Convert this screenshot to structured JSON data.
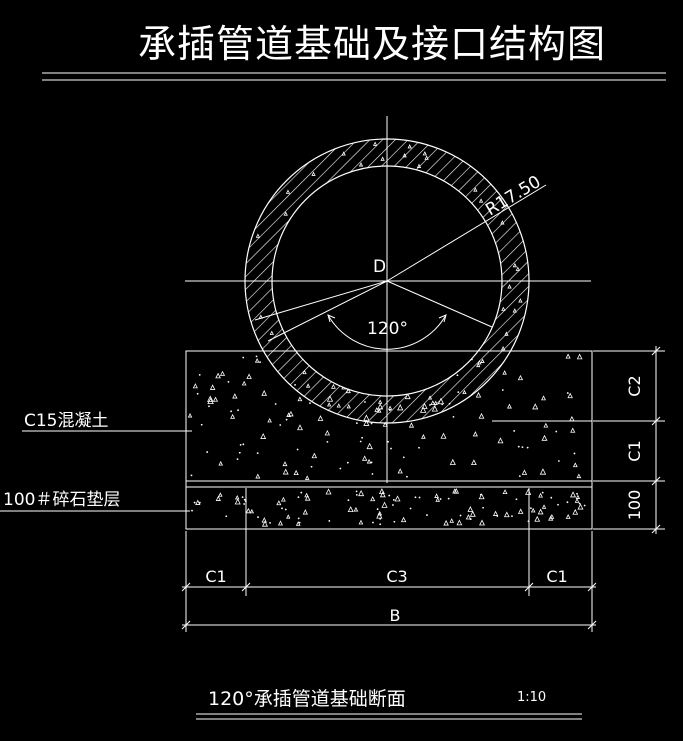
{
  "drawing": {
    "title": "承插管道基础及接口结构图",
    "subtitle": "120°承插管道基础断面",
    "scale": "1:10",
    "labels": {
      "concrete": "C15混凝土",
      "gravel": "100＃碎石垫层",
      "diameter": "D",
      "angle": "120°",
      "radius": "R17.50"
    },
    "dimensions": {
      "c1_left": "C1",
      "c3": "C3",
      "c1_right": "C1",
      "b": "B",
      "c2_vertical": "C2",
      "c1_vertical": "C1",
      "h100": "100"
    },
    "colors": {
      "background": "#000000",
      "line": "#ffffff"
    }
  }
}
